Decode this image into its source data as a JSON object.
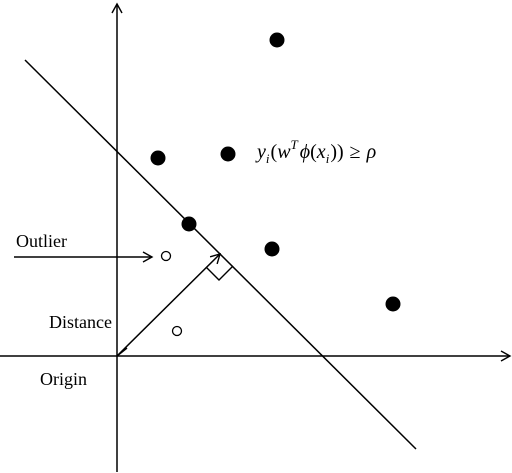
{
  "labels": {
    "outlier": "Outlier",
    "distance": "Distance",
    "origin": "Origin"
  },
  "formula": {
    "y": "y",
    "y_sub": "i",
    "open": "(",
    "w": "w",
    "w_sup": "T",
    "phi": "ϕ",
    "x_open": "(",
    "x": "x",
    "x_sub": "i",
    "close": "))",
    "geq": "≥",
    "rho": "ρ"
  },
  "colors": {
    "ink": "#000000",
    "background": "#ffffff"
  }
}
